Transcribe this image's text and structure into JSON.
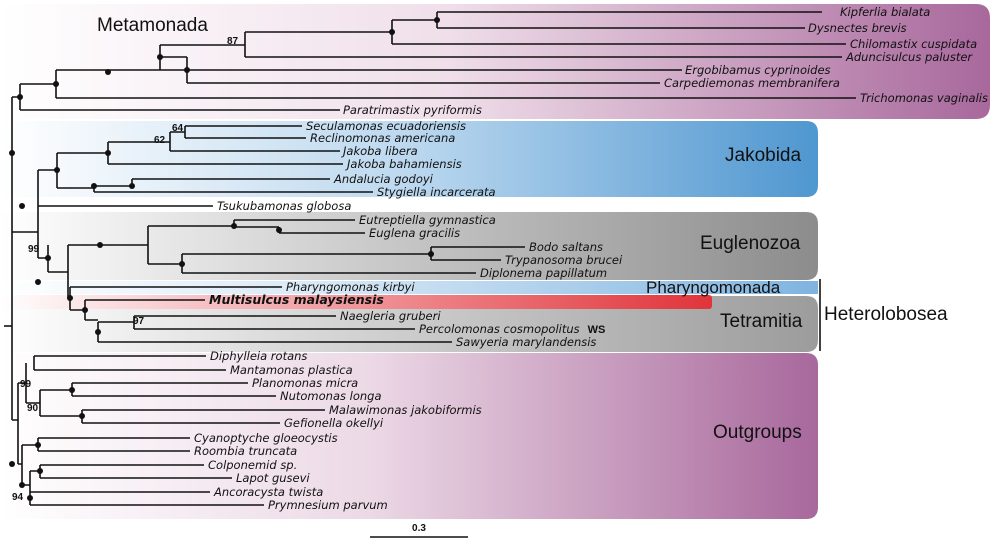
{
  "groups": {
    "metamonada": "Metamonada",
    "jakobida": "Jakobida",
    "euglenozoa": "Euglenozoa",
    "pharyngomonada": "Pharyngomonada",
    "tetramitia": "Tetramitia",
    "heterolobosea": "Heterolobosea",
    "outgroups": "Outgroups"
  },
  "taxa": {
    "kipferlia": "Kipferlia bialata",
    "dysnectes": "Dysnectes brevis",
    "chilomastix": "Chilomastix cuspidata",
    "aduncisulcus": "Aduncisulcus paluster",
    "ergobibamus": "Ergobibamus cyprinoides",
    "carpediemonas": "Carpediemonas membranifera",
    "trichomonas": "Trichomonas vaginalis",
    "paratrimastix": "Paratrimastix pyriformis",
    "seculamonas": "Seculamonas ecuadoriensis",
    "reclinomonas": "Reclinomonas americana",
    "jakoba_libera": "Jakoba libera",
    "jakoba_bahamiensis": "Jakoba bahamiensis",
    "andalucia": "Andalucia godoyi",
    "stygiella": "Stygiella incarcerata",
    "tsukubamonas": "Tsukubamonas globosa",
    "eutreptiella": "Eutreptiella gymnastica",
    "euglena": "Euglena gracilis",
    "bodo": "Bodo saltans",
    "trypanosoma": "Trypanosoma brucei",
    "diplonema": "Diplonema papillatum",
    "pharyngomonas": "Pharyngomonas kirbyi",
    "multisulcus": "Multisulcus malaysiensis",
    "naegleria": "Naegleria gruberi",
    "percolomonas": "Percolomonas cosmopolitus",
    "percolomonas_ws": "WS",
    "sawyeria": "Sawyeria marylandensis",
    "diphylleia": "Diphylleia rotans",
    "mantamonas": "Mantamonas plastica",
    "planomonas": "Planomonas micra",
    "nutomonas": "Nutomonas longa",
    "malawimonas": "Malawimonas jakobiformis",
    "gefionella": "Gefionella okellyi",
    "cyanoptyche": "Cyanoptyche gloeocystis",
    "roombia": "Roombia truncata",
    "colponemid": "Colponemid sp.",
    "lapot": "Lapot gusevi",
    "ancoracysta": "Ancoracysta twista",
    "prymnesium": "Prymnesium parvum"
  },
  "support": {
    "s87": "87",
    "s64": "64",
    "s62": "62",
    "s99a": "99",
    "s97": "97",
    "s99b": "99",
    "s90": "90",
    "s94": "94"
  },
  "scale": {
    "label": "0.3"
  },
  "colors": {
    "metamonada": "#a8689c",
    "jakobida": "#4f97d0",
    "euglenozoa": "#8e8e8e",
    "pharyngomonada": "#8fbde3",
    "tetramitia": "#a0a0a0",
    "outgroups": "#a8689c",
    "highlight": "#e0343a"
  }
}
